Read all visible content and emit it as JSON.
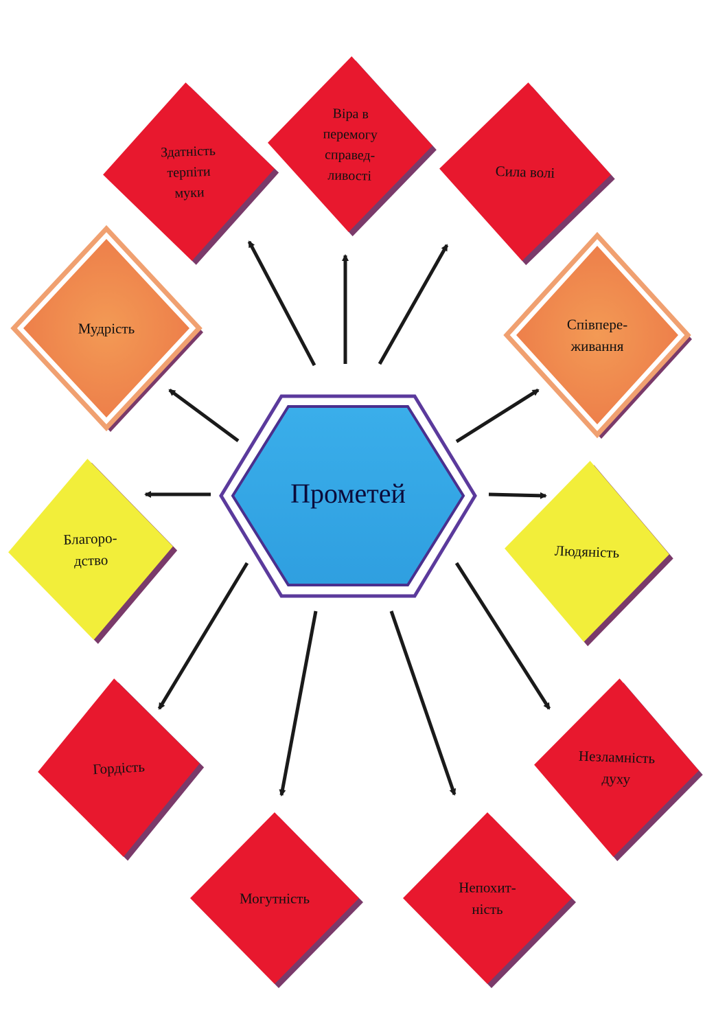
{
  "center": {
    "label": "Прометей",
    "fill": "#35a7e8",
    "border": "#5b3a9c"
  },
  "colors": {
    "red": "#e8182e",
    "orange": "#f0884e",
    "orange_border": "#f0a070",
    "yellow": "#f2ee3a",
    "shadow": "#7a3a6a",
    "arrow": "#1a1a1a"
  },
  "nodes": [
    {
      "id": "zdatnist",
      "lines": [
        "Здатність",
        "терпіти",
        "муки"
      ],
      "color": "red"
    },
    {
      "id": "vira",
      "lines": [
        "Віра в",
        "перемогу",
        "справед-",
        "ливості"
      ],
      "color": "red"
    },
    {
      "id": "syla-voli",
      "lines": [
        "Сила волі"
      ],
      "color": "red"
    },
    {
      "id": "mudrist",
      "lines": [
        "Мудрість"
      ],
      "color": "orange"
    },
    {
      "id": "spivperezhyvannia",
      "lines": [
        "Співпере-",
        "живання"
      ],
      "color": "orange"
    },
    {
      "id": "blahorodstvo",
      "lines": [
        "Благоро-",
        "дство"
      ],
      "color": "yellow"
    },
    {
      "id": "liudianist",
      "lines": [
        "Людяність"
      ],
      "color": "yellow"
    },
    {
      "id": "hordist",
      "lines": [
        "Гордість"
      ],
      "color": "red"
    },
    {
      "id": "nezlamnist",
      "lines": [
        "Незламність",
        "духу"
      ],
      "color": "red"
    },
    {
      "id": "mohutnist",
      "lines": [
        "Могутність"
      ],
      "color": "red"
    },
    {
      "id": "nepokhytnist",
      "lines": [
        "Непохит-",
        "ність"
      ],
      "color": "red"
    }
  ]
}
